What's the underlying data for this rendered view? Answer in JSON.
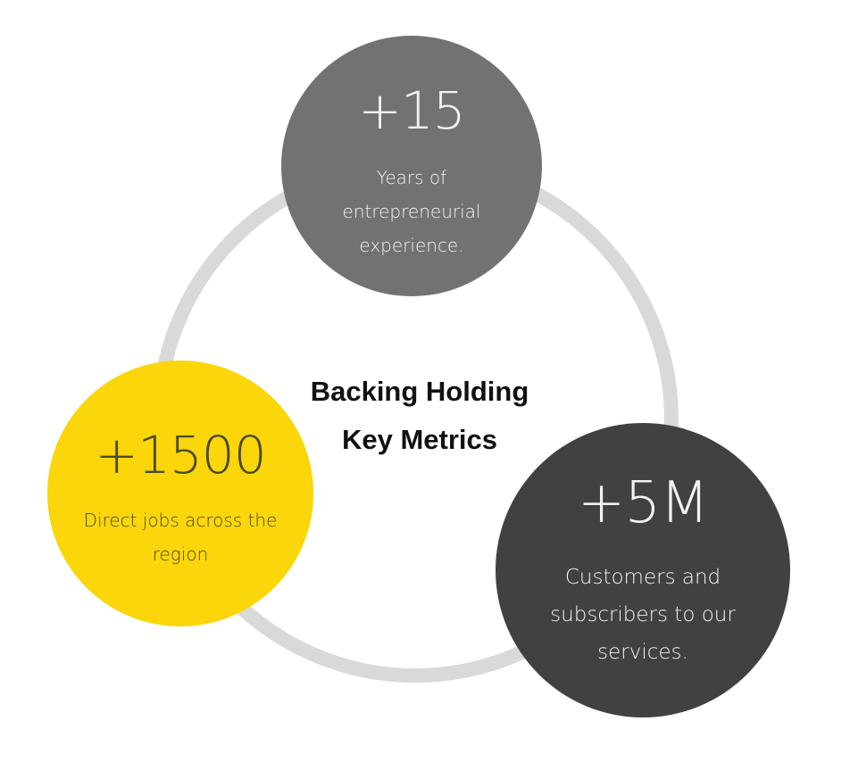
{
  "title": {
    "line1": "Backing Holding",
    "line2": "Key Metrics"
  },
  "metrics": [
    {
      "value": "+15",
      "description": "Years of entrepreneurial experience.",
      "color": "#727272"
    },
    {
      "value": "+1500",
      "description": "Direct jobs across the region",
      "color": "#fad60a"
    },
    {
      "value": "+5M",
      "description": "Customers and subscribers to our services.",
      "color": "#414141"
    }
  ],
  "ring_color": "#d9d9d9"
}
